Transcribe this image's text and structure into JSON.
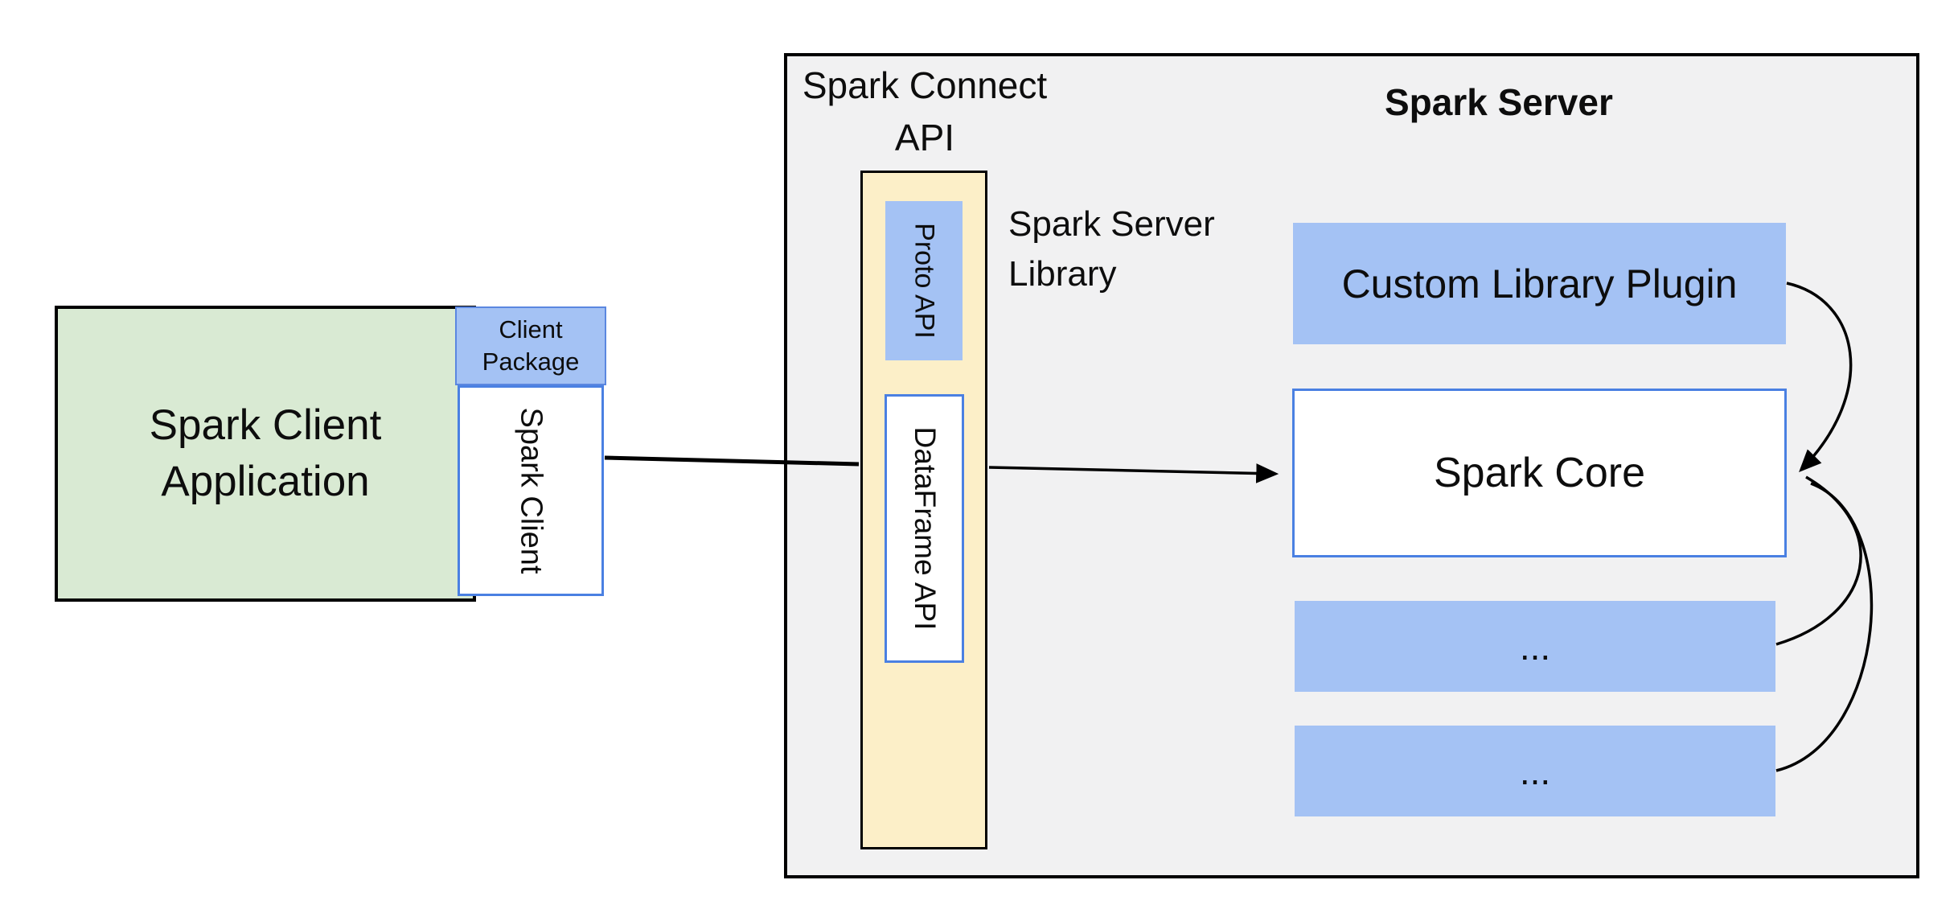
{
  "labels": {
    "connect_api": "Spark Connect API",
    "server_title": "Spark Server",
    "server_library": "Spark Server Library"
  },
  "client": {
    "application": "Spark Client Application",
    "package": "Client Package",
    "spark_client": "Spark Client"
  },
  "connect": {
    "proto_api": "Proto API",
    "dataframe_api": "DataFrame API"
  },
  "server": {
    "custom_plugin": "Custom Library Plugin",
    "spark_core": "Spark Core",
    "more_row_1": "...",
    "more_row_2": "..."
  },
  "colors": {
    "blue_fill": "#a4c2f4",
    "blue_border": "#4a80e2",
    "header_blue_border": "#5b87e0",
    "green_fill": "#d9ead3",
    "yellow_fill": "#fcefc8",
    "container_fill": "#f1f1f2",
    "line_color": "#000000",
    "text_color": "#0d0d0d"
  }
}
